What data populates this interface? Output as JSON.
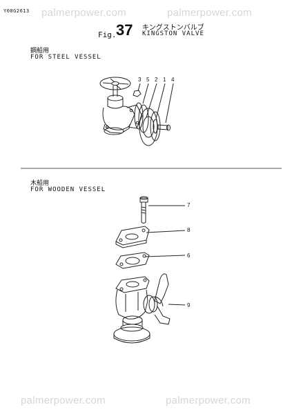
{
  "document": {
    "code": "Y00G2613"
  },
  "watermark": {
    "text": "palmerpower.com"
  },
  "figure": {
    "prefix": "Fig.",
    "number": "37",
    "title_jp": "キングストンバルブ",
    "title_en": "KINGSTON VALVE"
  },
  "sections": [
    {
      "label_jp": "鋼船用",
      "label_en": "FOR STEEL VESSEL",
      "callouts": [
        "3",
        "5",
        "2",
        "1",
        "4"
      ]
    },
    {
      "label_jp": "木船用",
      "label_en": "FOR WOODEN VESSEL",
      "callouts": [
        "7",
        "8",
        "6",
        "9"
      ]
    }
  ]
}
